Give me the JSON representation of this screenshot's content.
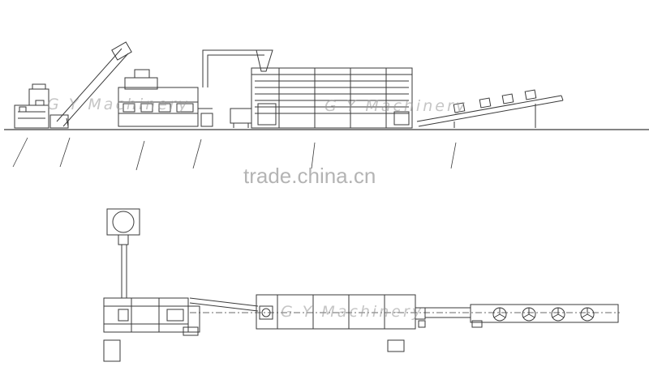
{
  "watermarks": {
    "brand_1": "G Y  Machinery",
    "brand_2": "G Y  Machinery",
    "brand_3": "G Y  Machinery",
    "site": "trade.china.cn"
  },
  "colors": {
    "line": "#3a3a3a",
    "background": "#ffffff",
    "watermark": "#9a9a9a"
  }
}
